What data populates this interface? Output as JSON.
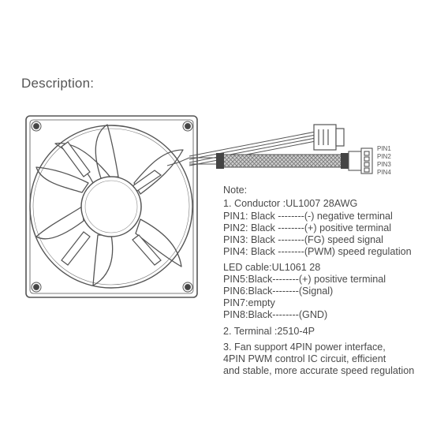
{
  "title": "Description:",
  "pin_labels": [
    "PIN1",
    "PIN2",
    "PIN3",
    "PIN4"
  ],
  "notes": [
    "Note:",
    "1. Conductor :UL1007 28AWG",
    "PIN1: Black --------(-) negative terminal",
    "PIN2: Black --------(+) positive terminal",
    "PIN3: Black --------(FG) speed signal",
    "PIN4: Black --------(PWM) speed regulation",
    "LED cable:UL1061 28",
    "PIN5:Black--------(+) positive terminal",
    "PIN6:Black--------(Signal)",
    "PIN7:empty",
    "PIN8:Black--------(GND)",
    "2. Terminal :2510-4P",
    "3. Fan support 4PIN power interface,",
    "4PIN PWM control IC circuit, efficient",
    "and stable, more accurate speed regulation"
  ],
  "colors": {
    "line": "#555555",
    "text": "#4a4a4a",
    "background": "#ffffff"
  }
}
